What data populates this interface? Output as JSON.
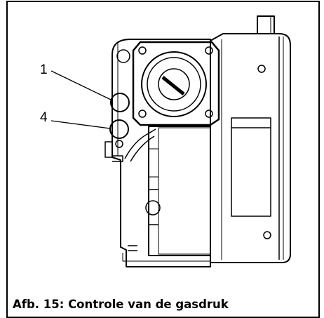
{
  "figure": {
    "callouts": [
      {
        "id": "callout-1",
        "label": "1"
      },
      {
        "id": "callout-4",
        "label": "4"
      }
    ],
    "caption": "Afb. 15: Controle van de gasdruk"
  }
}
